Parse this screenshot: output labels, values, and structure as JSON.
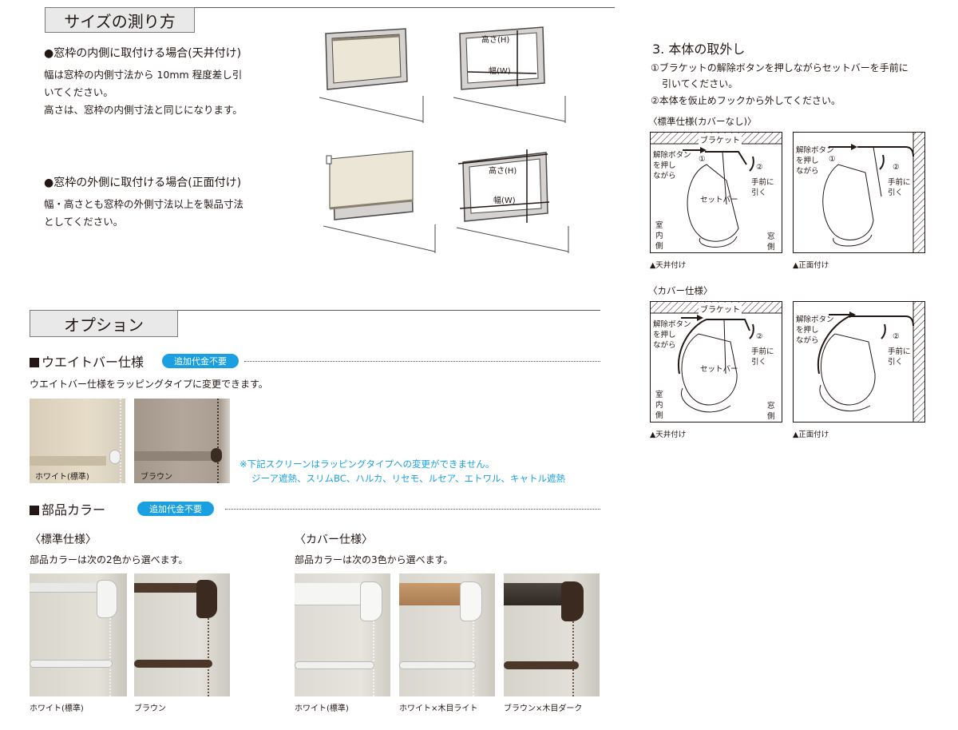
{
  "size_section": {
    "heading": "サイズの測り方",
    "inside": {
      "title": "●窓枠の内側に取付ける場合(天井付け)",
      "lines": [
        "幅は窓枠の内側寸法から 10mm 程度差し引",
        "いてください。",
        "高さは、窓枠の内側寸法と同じになります。"
      ]
    },
    "outside": {
      "title": "●窓枠の外側に取付ける場合(正面付け)",
      "lines": [
        "幅・高さとも窓枠の外側寸法以上を製品寸法",
        "としてください。"
      ]
    },
    "labels": {
      "height": "高さ(H)",
      "width": "幅(W)"
    }
  },
  "removal": {
    "title": "3. 本体の取外し",
    "steps": [
      "①ブラケットの解除ボタンを押しながらセットバーを手前に",
      "引いてください。",
      "②本体を仮止めフックから外してください。"
    ],
    "standard_label": "〈標準仕様(カバーなし)〉",
    "cover_label": "〈カバー仕様〉",
    "diagram_text": {
      "bracket": "ブラケット",
      "release_lines": [
        "解除ボタン",
        "を押し",
        "ながら"
      ],
      "release_lines_cover": [
        "解除ボタン",
        "を押し",
        "ながら"
      ],
      "c1": "①",
      "c2": "②",
      "pull_lines": [
        "手前に",
        "引く"
      ],
      "setbar": "セットバー",
      "room_lines": [
        "室",
        "内",
        "側"
      ],
      "window_lines": [
        "窓",
        "側"
      ]
    },
    "captions": {
      "ceiling": "▲天井付け",
      "front": "▲正面付け"
    }
  },
  "options": {
    "heading": "オプション",
    "weightbar": {
      "title": "ウエイトバー仕様",
      "badge": "追加代金不要",
      "desc": "ウエイトバー仕様をラッピングタイプに変更できます。",
      "photos": [
        {
          "label": "ホワイト(標準)"
        },
        {
          "label": "ブラウン"
        }
      ],
      "note_lines": [
        "※下記スクリーンはラッピングタイプへの変更ができません。",
        "ジーア遮熱、スリムBC、ハルカ、リセモ、ルセア、エトワル、キャトル遮熱"
      ]
    },
    "parts": {
      "title": "部品カラー",
      "badge": "追加代金不要",
      "standard": {
        "label": "〈標準仕様〉",
        "desc": "部品カラーは次の2色から選べます。",
        "photos": [
          {
            "label": "ホワイト(標準)"
          },
          {
            "label": "ブラウン"
          }
        ]
      },
      "cover": {
        "label": "〈カバー仕様〉",
        "desc": "部品カラーは次の3色から選べます。",
        "photos": [
          {
            "label": "ホワイト(標準)"
          },
          {
            "label": "ホワイト×木目ライト"
          },
          {
            "label": "ブラウン×木目ダーク"
          }
        ]
      }
    }
  },
  "colors": {
    "accent": "#1aa0e0",
    "bullet": "#8c7a72",
    "text": "#231815"
  }
}
